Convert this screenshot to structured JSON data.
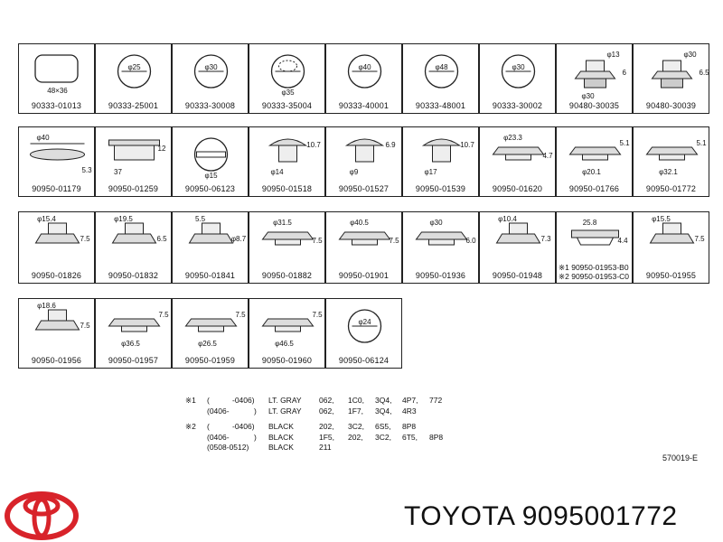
{
  "rows": [
    [
      {
        "part": "90333-01013",
        "shape": "square",
        "dims": [
          "48×36"
        ]
      },
      {
        "part": "90333-25001",
        "shape": "circle",
        "dims": [
          "φ25"
        ]
      },
      {
        "part": "90333-30008",
        "shape": "circle",
        "dims": [
          "φ30"
        ]
      },
      {
        "part": "90333-35004",
        "shape": "circle-dotted",
        "dims": [
          "φ35"
        ]
      },
      {
        "part": "90333-40001",
        "shape": "circle",
        "dims": [
          "φ40"
        ]
      },
      {
        "part": "90333-48001",
        "shape": "circle",
        "dims": [
          "φ48"
        ]
      },
      {
        "part": "90333-30002",
        "shape": "circle",
        "dims": [
          "φ30"
        ]
      },
      {
        "part": "90480-30035",
        "shape": "grommet-tall",
        "dims": [
          "φ13",
          "6",
          "φ30"
        ]
      },
      {
        "part": "90480-30039",
        "shape": "grommet-tall",
        "dims": [
          "φ30",
          "6.5"
        ]
      }
    ],
    [
      {
        "part": "90950-01179",
        "shape": "cap-wide",
        "dims": [
          "φ40",
          "5.3"
        ]
      },
      {
        "part": "90950-01259",
        "shape": "cap-rect",
        "dims": [
          "12",
          "37"
        ]
      },
      {
        "part": "90950-06123",
        "shape": "circle-slot",
        "dims": [
          "φ15"
        ]
      },
      {
        "part": "90950-01518",
        "shape": "plug",
        "dims": [
          "10.7",
          "φ14"
        ]
      },
      {
        "part": "90950-01527",
        "shape": "plug",
        "dims": [
          "6.9",
          "φ9"
        ]
      },
      {
        "part": "90950-01539",
        "shape": "plug",
        "dims": [
          "10.7",
          "φ17"
        ]
      },
      {
        "part": "90950-01620",
        "shape": "cap-flat",
        "dims": [
          "φ23.3",
          "4.7"
        ]
      },
      {
        "part": "90950-01766",
        "shape": "cap-flat",
        "dims": [
          "5.1",
          "φ20.1"
        ]
      },
      {
        "part": "90950-01772",
        "shape": "cap-flat",
        "dims": [
          "5.1",
          "φ32.1"
        ]
      }
    ],
    [
      {
        "part": "90950-01826",
        "shape": "plug-flange",
        "dims": [
          "φ15.4",
          "7.5"
        ]
      },
      {
        "part": "90950-01832",
        "shape": "plug-flange",
        "dims": [
          "φ19.5",
          "6.5"
        ]
      },
      {
        "part": "90950-01841",
        "shape": "plug-flange",
        "dims": [
          "5.5",
          "φ8.7"
        ]
      },
      {
        "part": "90950-01882",
        "shape": "cap-flat",
        "dims": [
          "φ31.5",
          "7.5"
        ]
      },
      {
        "part": "90950-01901",
        "shape": "cap-flat",
        "dims": [
          "φ40.5",
          "7.5"
        ]
      },
      {
        "part": "90950-01936",
        "shape": "cap-flat",
        "dims": [
          "φ30",
          "6.0"
        ]
      },
      {
        "part": "90950-01948",
        "shape": "plug-flange",
        "dims": [
          "φ10.4",
          "7.3"
        ]
      },
      {
        "part": "※1 90950-01953-B0 ※2 90950-01953-C0",
        "part_a": "※1 90950-01953-B0",
        "part_b": "※2 90950-01953-C0",
        "shape": "clip",
        "dims": [
          "25.8",
          "4.4"
        ]
      },
      {
        "part": "90950-01955",
        "shape": "plug-flange",
        "dims": [
          "φ15.5",
          "7.5"
        ]
      }
    ],
    [
      {
        "part": "90950-01956",
        "shape": "plug-flange",
        "dims": [
          "φ18.6",
          "7.5"
        ]
      },
      {
        "part": "90950-01957",
        "shape": "cap-flat",
        "dims": [
          "7.5",
          "φ36.5"
        ]
      },
      {
        "part": "90950-01959",
        "shape": "cap-flat",
        "dims": [
          "7.5",
          "φ26.5"
        ]
      },
      {
        "part": "90950-01960",
        "shape": "cap-flat",
        "dims": [
          "7.5",
          "φ46.5"
        ]
      },
      {
        "part": "90950-06124",
        "shape": "circle",
        "dims": [
          "φ24"
        ]
      }
    ]
  ],
  "notes": [
    {
      "mark": "※1",
      "c1": "(",
      "c2": "-0406)",
      "color": "LT. GRAY",
      "codes": [
        "062,",
        "1C0,",
        "3Q4,",
        "4P7,",
        "772"
      ]
    },
    {
      "mark": "",
      "c1": "(0406-",
      "c2": ")",
      "color": "LT. GRAY",
      "codes": [
        "062,",
        "1F7,",
        "3Q4,",
        "4R3",
        ""
      ]
    },
    {
      "mark": "※2",
      "c1": "(",
      "c2": "-0406)",
      "color": "BLACK",
      "codes": [
        "202,",
        "3C2,",
        "6S5,",
        "8P8",
        ""
      ]
    },
    {
      "mark": "",
      "c1": "(0406-",
      "c2": ")",
      "color": "BLACK",
      "codes": [
        "1F5,",
        "202,",
        "3C2,",
        "6T5,",
        "8P8"
      ]
    },
    {
      "mark": "",
      "c1": "(0508-0512)",
      "c2": "",
      "color": "BLACK",
      "codes": [
        "211",
        "",
        "",
        "",
        ""
      ]
    }
  ],
  "diagram_code": "570019-E",
  "brand_text": "TOYOTA 9095001772",
  "logo_name": "toyota-logo",
  "colors": {
    "logo": "#d8232a",
    "ink": "#111111"
  }
}
